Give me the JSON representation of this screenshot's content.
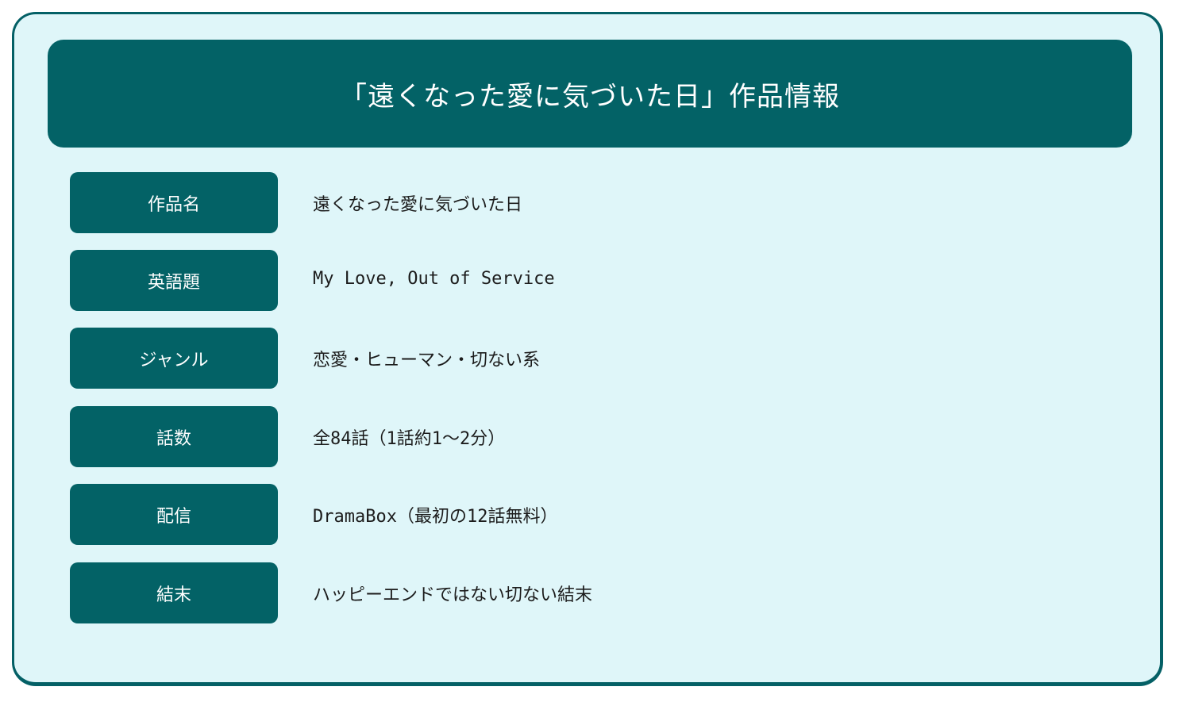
{
  "header": {
    "title": "「遠くなった愛に気づいた日」作品情報"
  },
  "colors": {
    "primary": "#036266",
    "background": "#dff6f9",
    "border": "#046066",
    "label_text": "#ffffff",
    "value_text": "#1c1c1c"
  },
  "rows": [
    {
      "label": "作品名",
      "value": "遠くなった愛に気づいた日"
    },
    {
      "label": "英語題",
      "value": "My Love, Out of Service"
    },
    {
      "label": "ジャンル",
      "value": "恋愛・ヒューマン・切ない系"
    },
    {
      "label": "話数",
      "value": "全84話（1話約1～2分）"
    },
    {
      "label": "配信",
      "value": "DramaBox（最初の12話無料）"
    },
    {
      "label": "結末",
      "value": "ハッピーエンドではない切ない結末"
    }
  ]
}
